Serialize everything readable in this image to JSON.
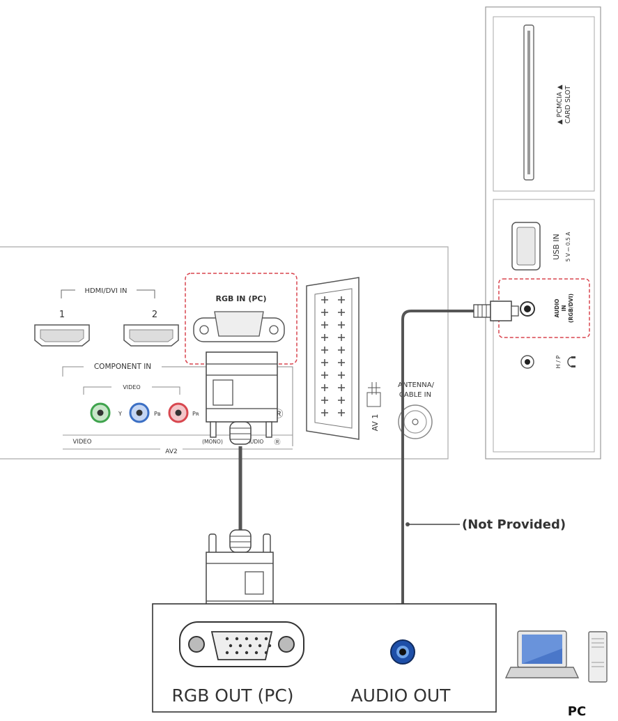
{
  "tv_side_panel": {
    "pcmcia_label_line1": "▲ PCMCIA ▲",
    "pcmcia_label_line2": "CARD SLOT",
    "usb_label": "USB IN",
    "usb_rating": "5 V ⎓ 0.5 A",
    "audio_in_line1": "AUDIO",
    "audio_in_line2": "IN",
    "audio_in_line3": "(RGB/DVI)",
    "headphone_label": "H / P"
  },
  "tv_rear_panel": {
    "hdmi_group_label": "HDMI/DVI IN",
    "hdmi_port_1": "1",
    "hdmi_port_2": "2",
    "rgb_in_label": "RGB IN (PC)",
    "component_in_label": "COMPONENT IN",
    "video_sub_label": "VIDEO",
    "y_label": "Y",
    "pb_label": "Pʙ",
    "pr_label": "Pʀ",
    "right_marker": "Ⓡ",
    "video_bottom_label": "VIDEO",
    "av2_label": "AV2",
    "mono_label": "(MONO)",
    "audio_label": "AUDIO",
    "right_marker_bottom": "Ⓡ",
    "av1_label": "AV 1",
    "antenna_line1": "ANTENNA/",
    "antenna_line2": "CABLE IN"
  },
  "cable": {
    "not_provided_label": "(Not Provided)"
  },
  "pc_panel": {
    "rgb_out_label": "RGB OUT (PC)",
    "audio_out_label": "AUDIO OUT",
    "pc_label": "PC"
  },
  "colors": {
    "line": "#555555",
    "red_dash": "#d9454f",
    "green_jack": "#3fa34d",
    "blue_jack": "#3b6fc4",
    "red_jack": "#d8474f",
    "audio_out_blue": "#1e4fa8"
  }
}
